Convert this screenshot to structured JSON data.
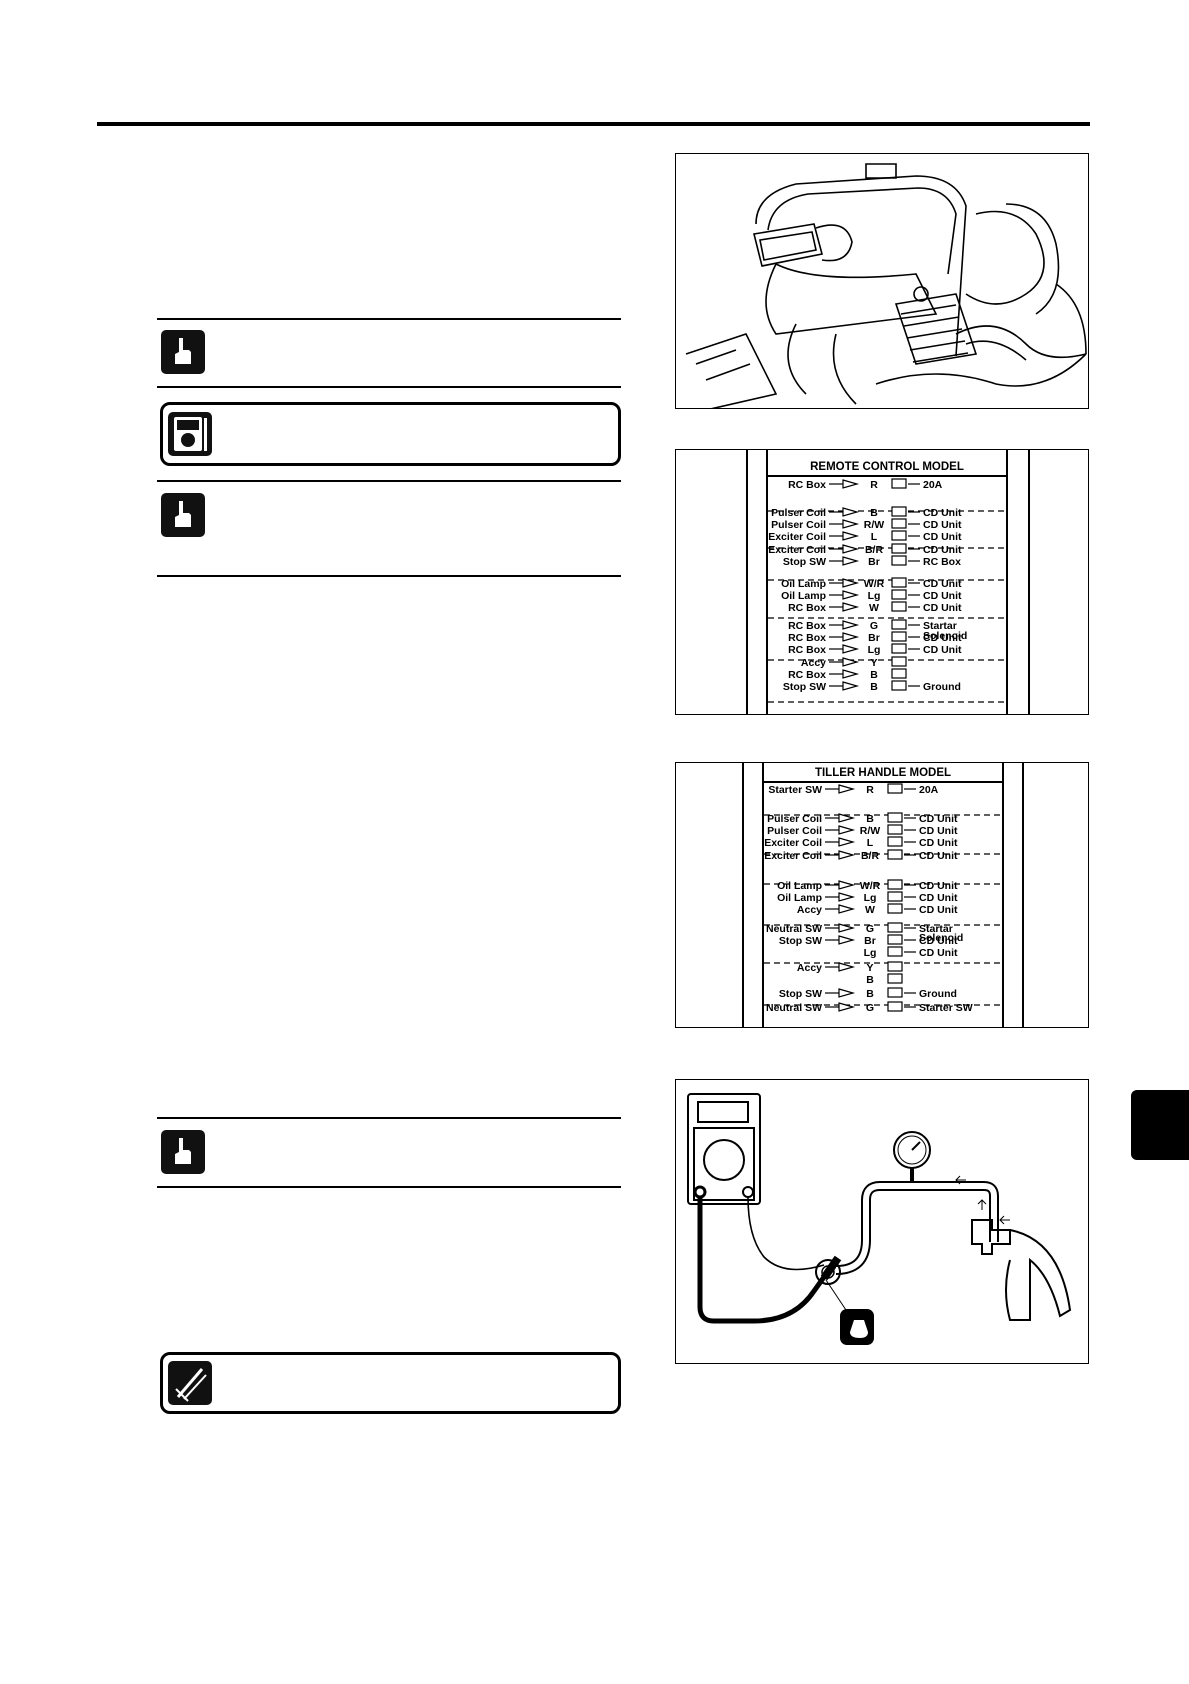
{
  "remote_control": {
    "title": "REMOTE CONTROL MODEL",
    "rows": [
      {
        "left": "RC Box",
        "color": "R",
        "right": "20A"
      },
      {
        "left": "Pulser Coil",
        "color": "B",
        "right": "CD Unit"
      },
      {
        "left": "Pulser Coil",
        "color": "R/W",
        "right": "CD Unit"
      },
      {
        "left": "Exciter Coil",
        "color": "L",
        "right": "CD Unit"
      },
      {
        "left": "Exciter Coil",
        "color": "B/R",
        "right": "CD Unit"
      },
      {
        "left": "Stop SW",
        "color": "Br",
        "right": "RC Box"
      },
      {
        "left": "Oil Lamp",
        "color": "W/R",
        "right": "CD Unit"
      },
      {
        "left": "Oil Lamp",
        "color": "Lg",
        "right": "CD Unit"
      },
      {
        "left": "RC Box",
        "color": "W",
        "right": "CD Unit"
      },
      {
        "left": "RC Box",
        "color": "G",
        "right": "Startar"
      },
      {
        "left": "",
        "color": "",
        "right": "Solenoid"
      },
      {
        "left": "RC Box",
        "color": "Br",
        "right": "CD Unit"
      },
      {
        "left": "RC Box",
        "color": "Lg",
        "right": "CD Unit"
      },
      {
        "left": "Accy",
        "color": "Y",
        "right": ""
      },
      {
        "left": "RC Box",
        "color": "B",
        "right": ""
      },
      {
        "left": "Stop SW",
        "color": "B",
        "right": "Ground"
      }
    ]
  },
  "tiller_handle": {
    "title": "TILLER HANDLE MODEL",
    "rows": [
      {
        "left": "Starter SW",
        "color": "R",
        "right": "20A"
      },
      {
        "left": "Pulser Coil",
        "color": "B",
        "right": "CD Unit"
      },
      {
        "left": "Pulser Coil",
        "color": "R/W",
        "right": "CD Unit"
      },
      {
        "left": "Exciter Coil",
        "color": "L",
        "right": "CD Unit"
      },
      {
        "left": "Exciter Coil",
        "color": "B/R",
        "right": "CD Unit"
      },
      {
        "left": "Oil Lamp",
        "color": "W/R",
        "right": "CD Unit"
      },
      {
        "left": "Oil Lamp",
        "color": "Lg",
        "right": "CD Unit"
      },
      {
        "left": "Accy",
        "color": "W",
        "right": "CD Unit"
      },
      {
        "left": "Neutral SW",
        "color": "G",
        "right": "Startar"
      },
      {
        "left": "",
        "color": "",
        "right": "Solenoid"
      },
      {
        "left": "Stop SW",
        "color": "Br",
        "right": "CD Unit"
      },
      {
        "left": "",
        "color": "Lg",
        "right": "CD Unit"
      },
      {
        "left": "Accy",
        "color": "Y",
        "right": ""
      },
      {
        "left": "",
        "color": "B",
        "right": ""
      },
      {
        "left": "Stop SW",
        "color": "B",
        "right": "Ground"
      },
      {
        "left": "Neutral SW",
        "color": "G",
        "right": "Starter SW"
      }
    ]
  },
  "icons": {
    "note1": "pointing-hand-icon",
    "tester": "multimeter-icon",
    "note2": "pointing-hand-icon",
    "note3": "pointing-hand-icon",
    "tool": "special-tool-icon",
    "sealant": "sealant-bottle-icon"
  },
  "colors": {
    "ink": "#000000",
    "paper": "#ffffff"
  }
}
